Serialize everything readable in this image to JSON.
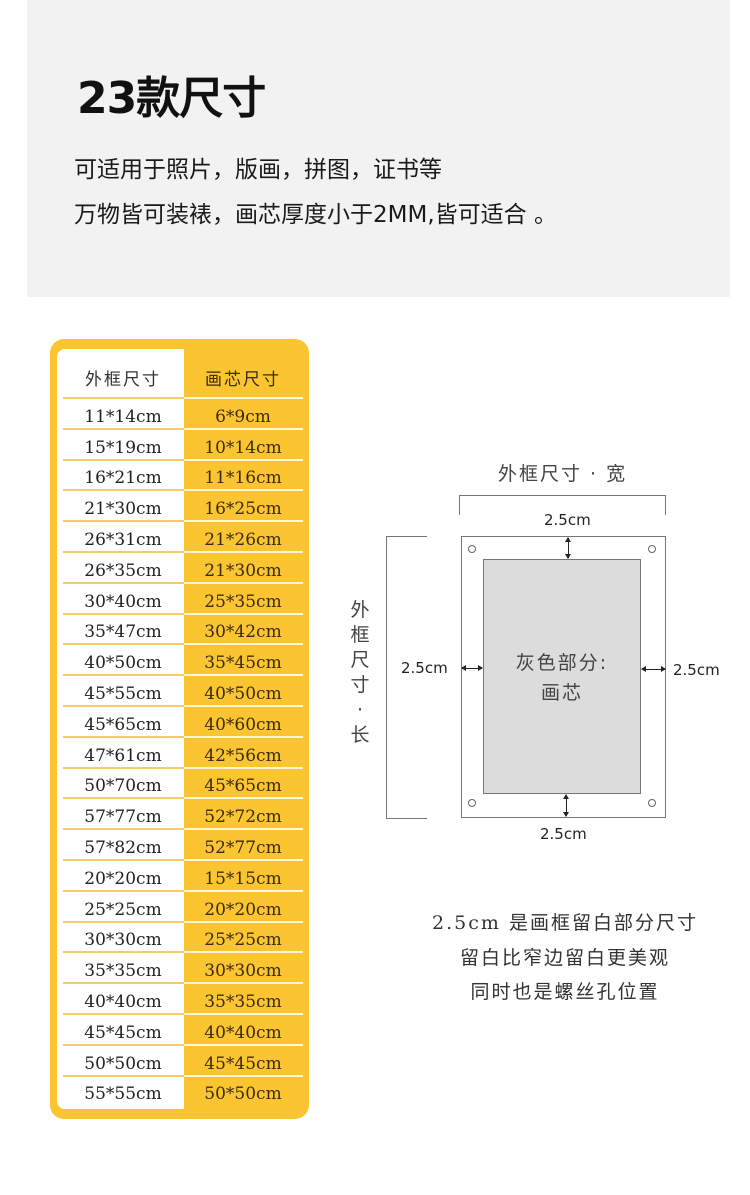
{
  "header": {
    "title": "23款尺寸",
    "description_line1": "可适用于照片，版画，拼图，证书等",
    "description_line2": "万物皆可装裱，画芯厚度小于2MM,皆可适合 。"
  },
  "size_table": {
    "columns": [
      "外框尺寸",
      "画芯尺寸"
    ],
    "rows": [
      [
        "11*14cm",
        "6*9cm"
      ],
      [
        "15*19cm",
        "10*14cm"
      ],
      [
        "16*21cm",
        "11*16cm"
      ],
      [
        "21*30cm",
        "16*25cm"
      ],
      [
        "26*31cm",
        "21*26cm"
      ],
      [
        "26*35cm",
        "21*30cm"
      ],
      [
        "30*40cm",
        "25*35cm"
      ],
      [
        "35*47cm",
        "30*42cm"
      ],
      [
        "40*50cm",
        "35*45cm"
      ],
      [
        "45*55cm",
        "40*50cm"
      ],
      [
        "45*65cm",
        "40*60cm"
      ],
      [
        "47*61cm",
        "42*56cm"
      ],
      [
        "50*70cm",
        "45*65cm"
      ],
      [
        "57*77cm",
        "52*72cm"
      ],
      [
        "57*82cm",
        "52*77cm"
      ],
      [
        "20*20cm",
        "15*15cm"
      ],
      [
        "25*25cm",
        "20*20cm"
      ],
      [
        "30*30cm",
        "25*25cm"
      ],
      [
        "35*35cm",
        "30*30cm"
      ],
      [
        "40*40cm",
        "35*35cm"
      ],
      [
        "45*45cm",
        "40*40cm"
      ],
      [
        "50*50cm",
        "45*45cm"
      ],
      [
        "55*55cm",
        "50*50cm"
      ]
    ],
    "accent_color": "#fbc532"
  },
  "diagram": {
    "width_label": "外框尺寸 · 宽",
    "length_label": [
      "外",
      "框",
      "尺",
      "寸",
      "·",
      "长"
    ],
    "margin_top": "2.5cm",
    "margin_bottom": "2.5cm",
    "margin_left": "2.5cm",
    "margin_right": "2.5cm",
    "inner_label_line1": "灰色部分:",
    "inner_label_line2": "画芯"
  },
  "notes": {
    "line1": "2.5cm 是画框留白部分尺寸",
    "line2": "留白比窄边留白更美观",
    "line3": "同时也是螺丝孔位置"
  }
}
